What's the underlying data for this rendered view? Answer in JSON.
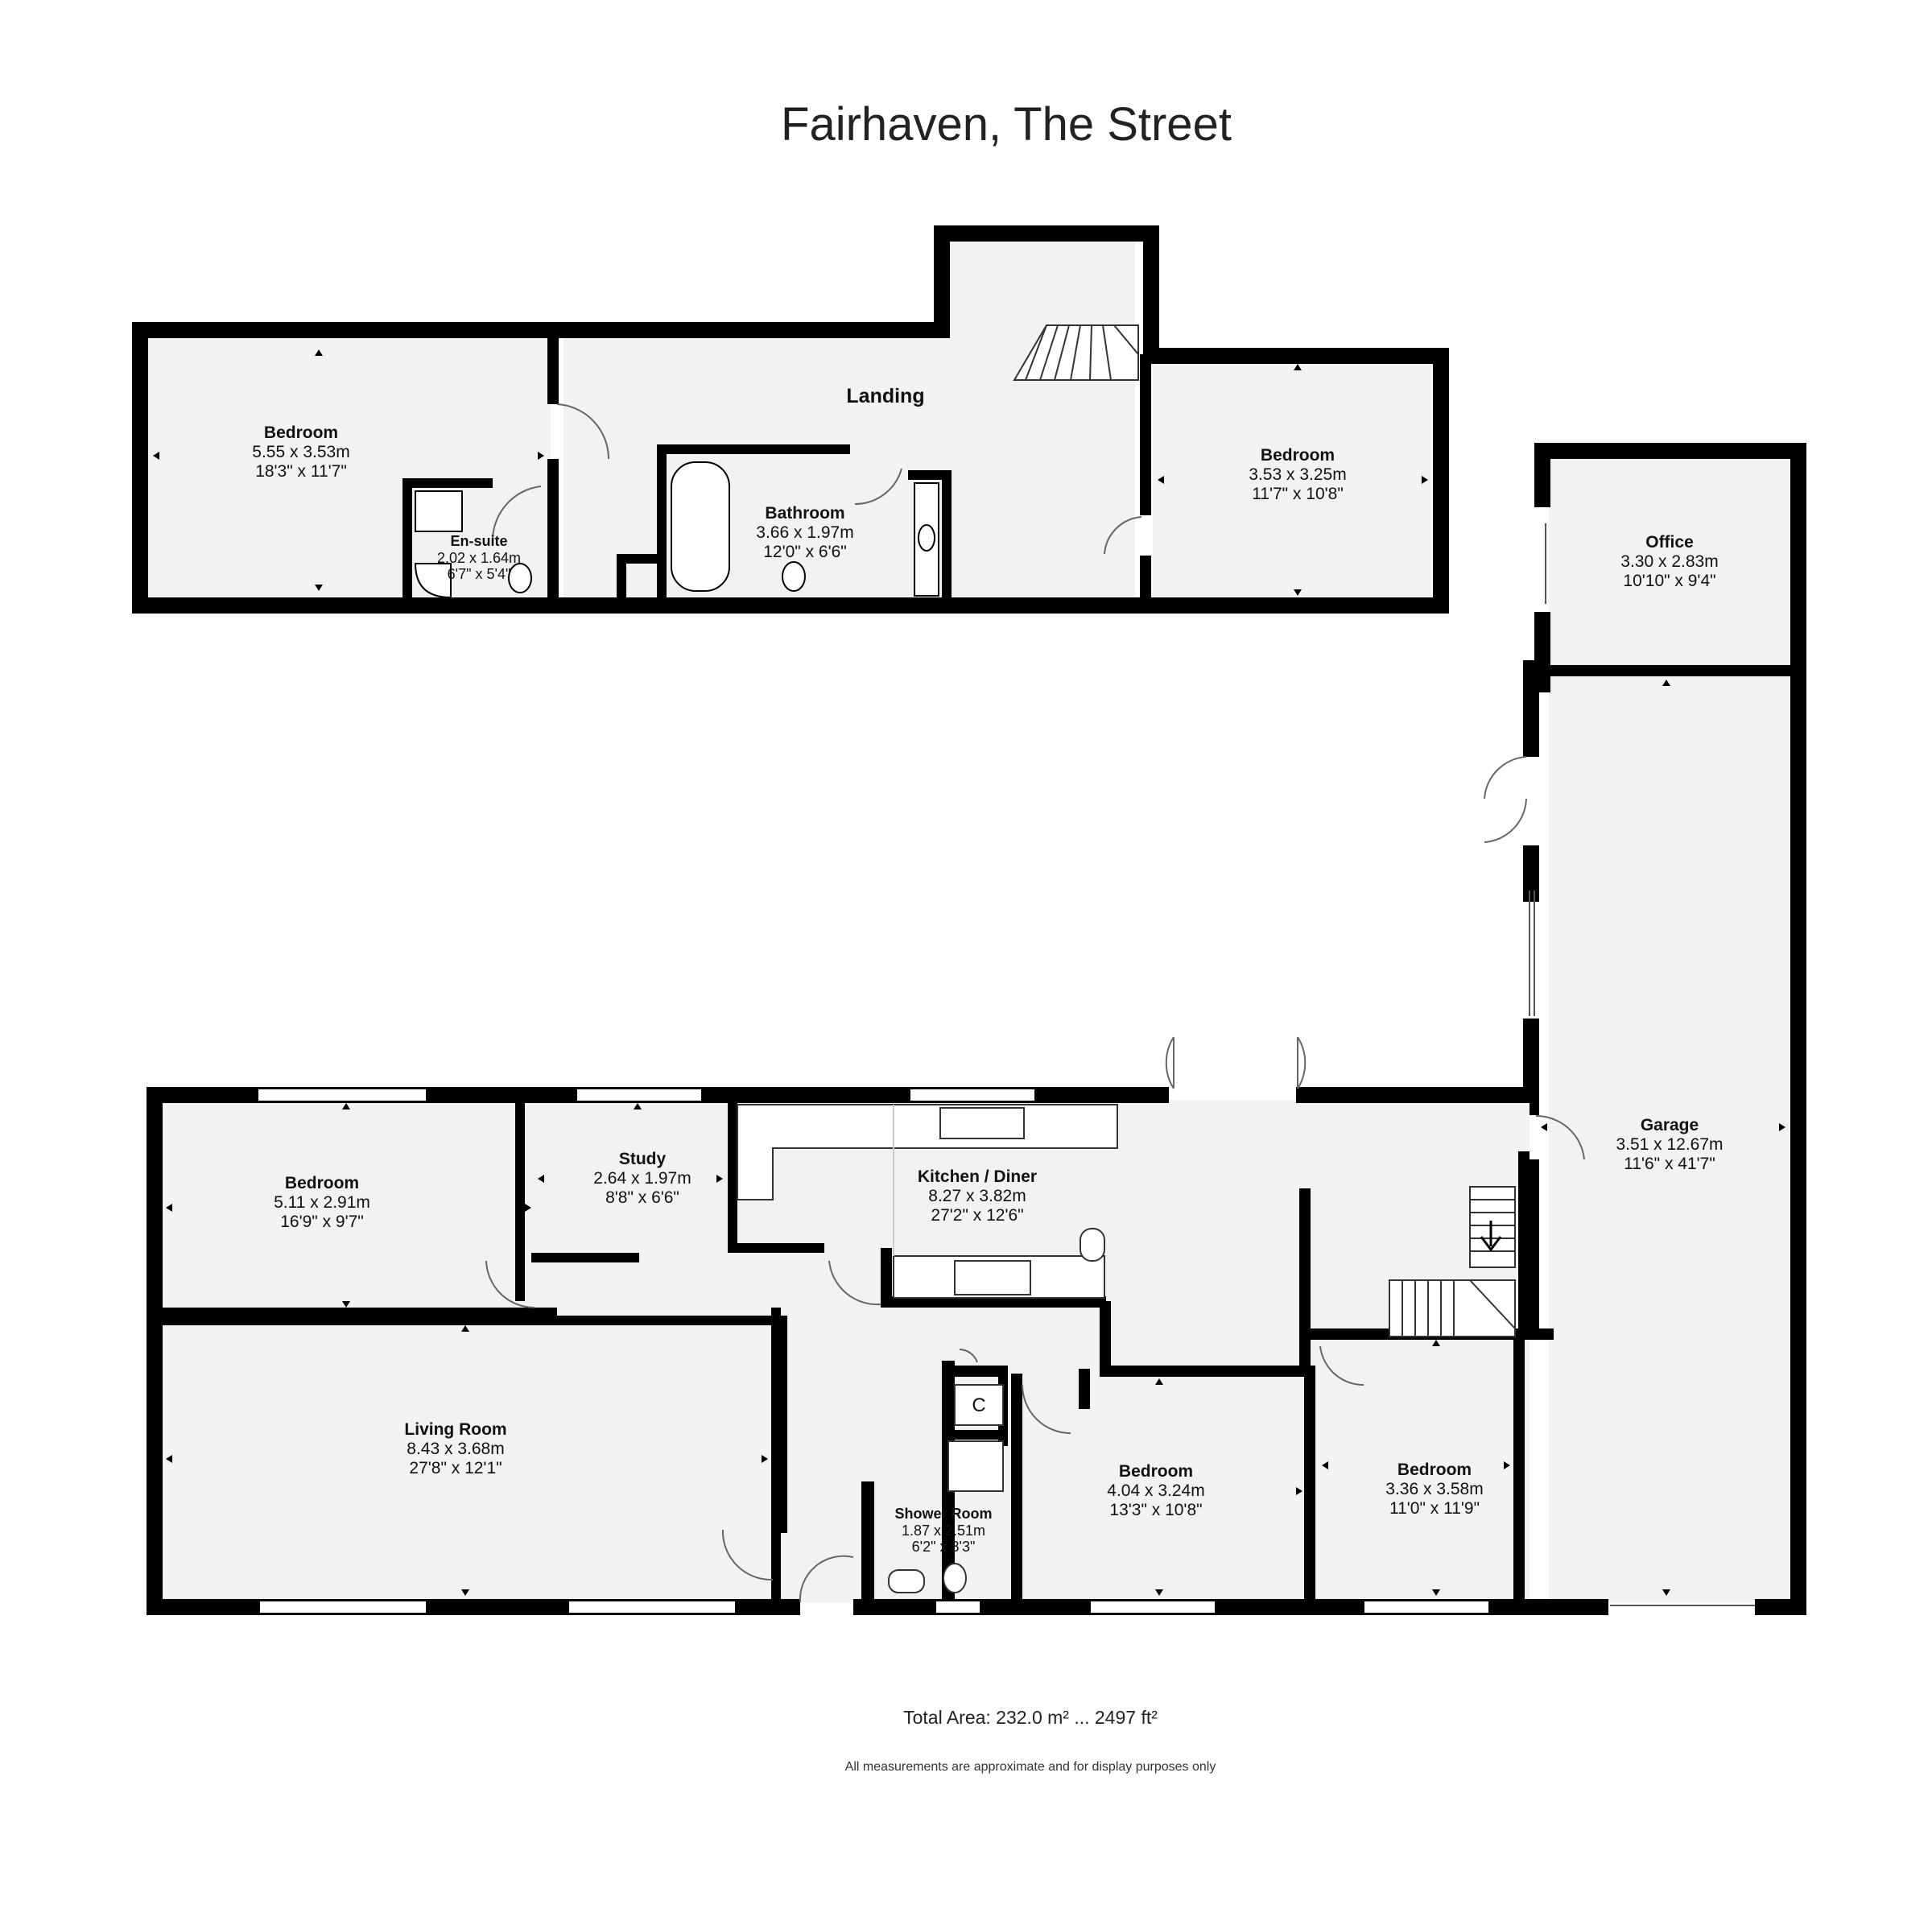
{
  "title": "Fairhaven, The Street",
  "rooms": {
    "first_bedroom_left": {
      "name": "Bedroom",
      "metric": "5.55 x 3.53m",
      "imperial": "18'3\" x 11'7\""
    },
    "ensuite": {
      "name": "En-suite",
      "metric": "2.02 x 1.64m",
      "imperial": "6'7\" x 5'4\""
    },
    "landing": {
      "name": "Landing"
    },
    "bathroom": {
      "name": "Bathroom",
      "metric": "3.66 x 1.97m",
      "imperial": "12'0\" x 6'6\""
    },
    "first_bedroom_right": {
      "name": "Bedroom",
      "metric": "3.53 x 3.25m",
      "imperial": "11'7\" x 10'8\""
    },
    "office": {
      "name": "Office",
      "metric": "3.30 x 2.83m",
      "imperial": "10'10\" x 9'4\""
    },
    "garage": {
      "name": "Garage",
      "metric": "3.51 x 12.67m",
      "imperial": "11'6\" x 41'7\""
    },
    "ground_bedroom_left": {
      "name": "Bedroom",
      "metric": "5.11 x 2.91m",
      "imperial": "16'9\" x 9'7\""
    },
    "study": {
      "name": "Study",
      "metric": "2.64 x 1.97m",
      "imperial": "8'8\" x 6'6\""
    },
    "kitchen": {
      "name": "Kitchen / Diner",
      "metric": "8.27 x 3.82m",
      "imperial": "27'2\" x 12'6\""
    },
    "living": {
      "name": "Living Room",
      "metric": "8.43 x 3.68m",
      "imperial": "27'8\" x 12'1\""
    },
    "shower": {
      "name": "Shower Room",
      "metric": "1.87 x 2.51m",
      "imperial": "6'2\" x 8'3\""
    },
    "ground_bedroom_mid": {
      "name": "Bedroom",
      "metric": "4.04 x 3.24m",
      "imperial": "13'3\" x 10'8\""
    },
    "ground_bedroom_right": {
      "name": "Bedroom",
      "metric": "3.36 x 3.58m",
      "imperial": "11'0\" x 11'9\""
    }
  },
  "cupboard_label": "C",
  "total_area": "Total Area: 232.0 m² ... 2497 ft²",
  "disclaimer": "All measurements are approximate and for display purposes only",
  "colors": {
    "wall": "#000000",
    "floor": "#f2f2f2",
    "background": "#ffffff"
  }
}
